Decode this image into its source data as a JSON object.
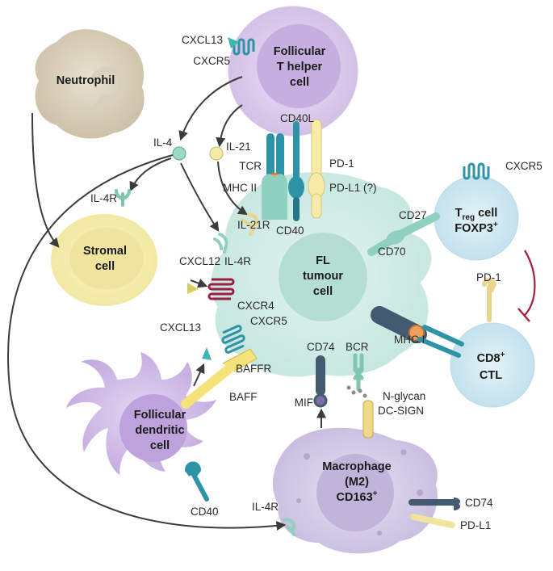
{
  "cells": {
    "neutrophil": "Neutrophil",
    "tfh": [
      "Follicular",
      "T helper",
      "cell"
    ],
    "stromal": [
      "Stromal",
      "cell"
    ],
    "fl": [
      "FL",
      "tumour",
      "cell"
    ],
    "treg_main": "T",
    "treg_sub": "reg",
    "treg_cell": " cell",
    "treg_foxp3": "FOXP3",
    "treg_plus": "+",
    "cd8": "CD8",
    "cd8_plus": "+",
    "ctl": "CTL",
    "fdc": [
      "Follicular",
      "dendritic",
      "cell"
    ],
    "macrophage": [
      "Macrophage",
      "(M2)"
    ],
    "cd163": "CD163",
    "cd163_plus": "+"
  },
  "labels": {
    "cxcl13_top": "CXCL13",
    "cxcr5_top": "CXCR5",
    "cd40l": "CD40L",
    "il4": "IL-4",
    "il21": "IL-21",
    "tcr": "TCR",
    "mhc2": "MHC II",
    "pd1_top": "PD-1",
    "pdl1_q": "PD-L1 (?)",
    "cxcr5_treg": "CXCR5",
    "il4r_stromal": "IL-4R",
    "il21r": "IL-21R",
    "cd40": "CD40",
    "cd27": "CD27",
    "cd70": "CD70",
    "il4r_fl": "IL-4R",
    "cxcl12": "CXCL12",
    "cxcr4": "CXCR4",
    "pd1_cd8": "PD-1",
    "cxcl13_fdc": "CXCL13",
    "cxcr5_fl": "CXCR5",
    "cd74_top": "CD74",
    "bcr": "BCR",
    "mhc1": "MHC I",
    "baffr": "BAFFR",
    "baff": "BAFF",
    "nglycan": "N-glycan",
    "mif": "MIF",
    "dcsign": "DC-SIGN",
    "cd40_fdc": "CD40",
    "il4r_mac": "IL-4R",
    "cd74_mac": "CD74",
    "pdl1_mac": "PD-L1"
  },
  "colors": {
    "tfh": "#d9c8ea",
    "neutrophil": "#d6cab4",
    "stromal": "#f5efb5",
    "fl": "#bfe4dc",
    "treg": "#c4e4ef",
    "fdc": "#c9b3e3",
    "macrophage": "#ccc3e2",
    "teal": "#2f93a8",
    "navy": "#445a70",
    "yellow": "#f1e3a0",
    "mint": "#8fd0c0",
    "green": "#7fc6ae",
    "crimson": "#9b1d3f",
    "inhibition": "#a3213b"
  }
}
